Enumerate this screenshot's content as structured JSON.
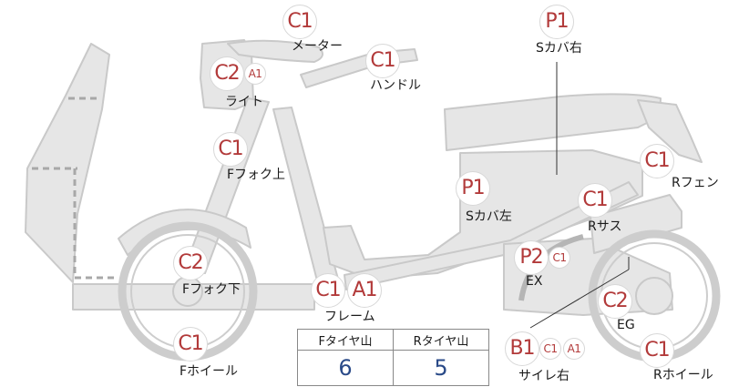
{
  "parts": [
    {
      "id": "meter",
      "badges": [
        {
          "code": "C1",
          "size": "big"
        }
      ],
      "label": "メーター"
    },
    {
      "id": "handle",
      "badges": [
        {
          "code": "C1",
          "size": "big"
        }
      ],
      "label": "ハンドル"
    },
    {
      "id": "light",
      "badges": [
        {
          "code": "C2",
          "size": "big"
        },
        {
          "code": "A1",
          "size": "small"
        }
      ],
      "label": "ライト"
    },
    {
      "id": "fork-upper",
      "badges": [
        {
          "code": "C1",
          "size": "big"
        }
      ],
      "label": "Fフォク上"
    },
    {
      "id": "side-cover-right",
      "badges": [
        {
          "code": "P1",
          "size": "big"
        }
      ],
      "label": "Sカバ右"
    },
    {
      "id": "rear-fender",
      "badges": [
        {
          "code": "C1",
          "size": "big"
        }
      ],
      "label": "Rフェン"
    },
    {
      "id": "side-cover-left",
      "badges": [
        {
          "code": "P1",
          "size": "big"
        }
      ],
      "label": "Sカバ左"
    },
    {
      "id": "rear-suspension",
      "badges": [
        {
          "code": "C1",
          "size": "big"
        }
      ],
      "label": "Rサス"
    },
    {
      "id": "exhaust",
      "badges": [
        {
          "code": "P2",
          "size": "big"
        },
        {
          "code": "C1",
          "size": "small"
        }
      ],
      "label": "EX"
    },
    {
      "id": "fork-lower",
      "badges": [
        {
          "code": "C2",
          "size": "big"
        }
      ],
      "label": "Fフォク下"
    },
    {
      "id": "frame",
      "badges": [
        {
          "code": "C1",
          "size": "big"
        },
        {
          "code": "A1",
          "size": "big"
        }
      ],
      "label": "フレーム"
    },
    {
      "id": "engine",
      "badges": [
        {
          "code": "C2",
          "size": "big"
        }
      ],
      "label": "EG"
    },
    {
      "id": "front-wheel",
      "badges": [
        {
          "code": "C1",
          "size": "big"
        }
      ],
      "label": "Fホイール"
    },
    {
      "id": "muffler-right",
      "badges": [
        {
          "code": "B1",
          "size": "big"
        },
        {
          "code": "C1",
          "size": "small"
        },
        {
          "code": "A1",
          "size": "small"
        }
      ],
      "label": "サイレ右"
    },
    {
      "id": "rear-wheel",
      "badges": [
        {
          "code": "C1",
          "size": "big"
        }
      ],
      "label": "Rホイール"
    }
  ],
  "tread_table": {
    "front_header": "Fタイヤ山",
    "rear_header": "Rタイヤ山",
    "front_value": "6",
    "rear_value": "5"
  },
  "colors": {
    "body_fill": "#e6e6e6",
    "body_stroke": "#c9c9c9",
    "badge_text": "#b23a3a",
    "value_text": "#2a4a88",
    "dashed": "#a8a8a8"
  }
}
